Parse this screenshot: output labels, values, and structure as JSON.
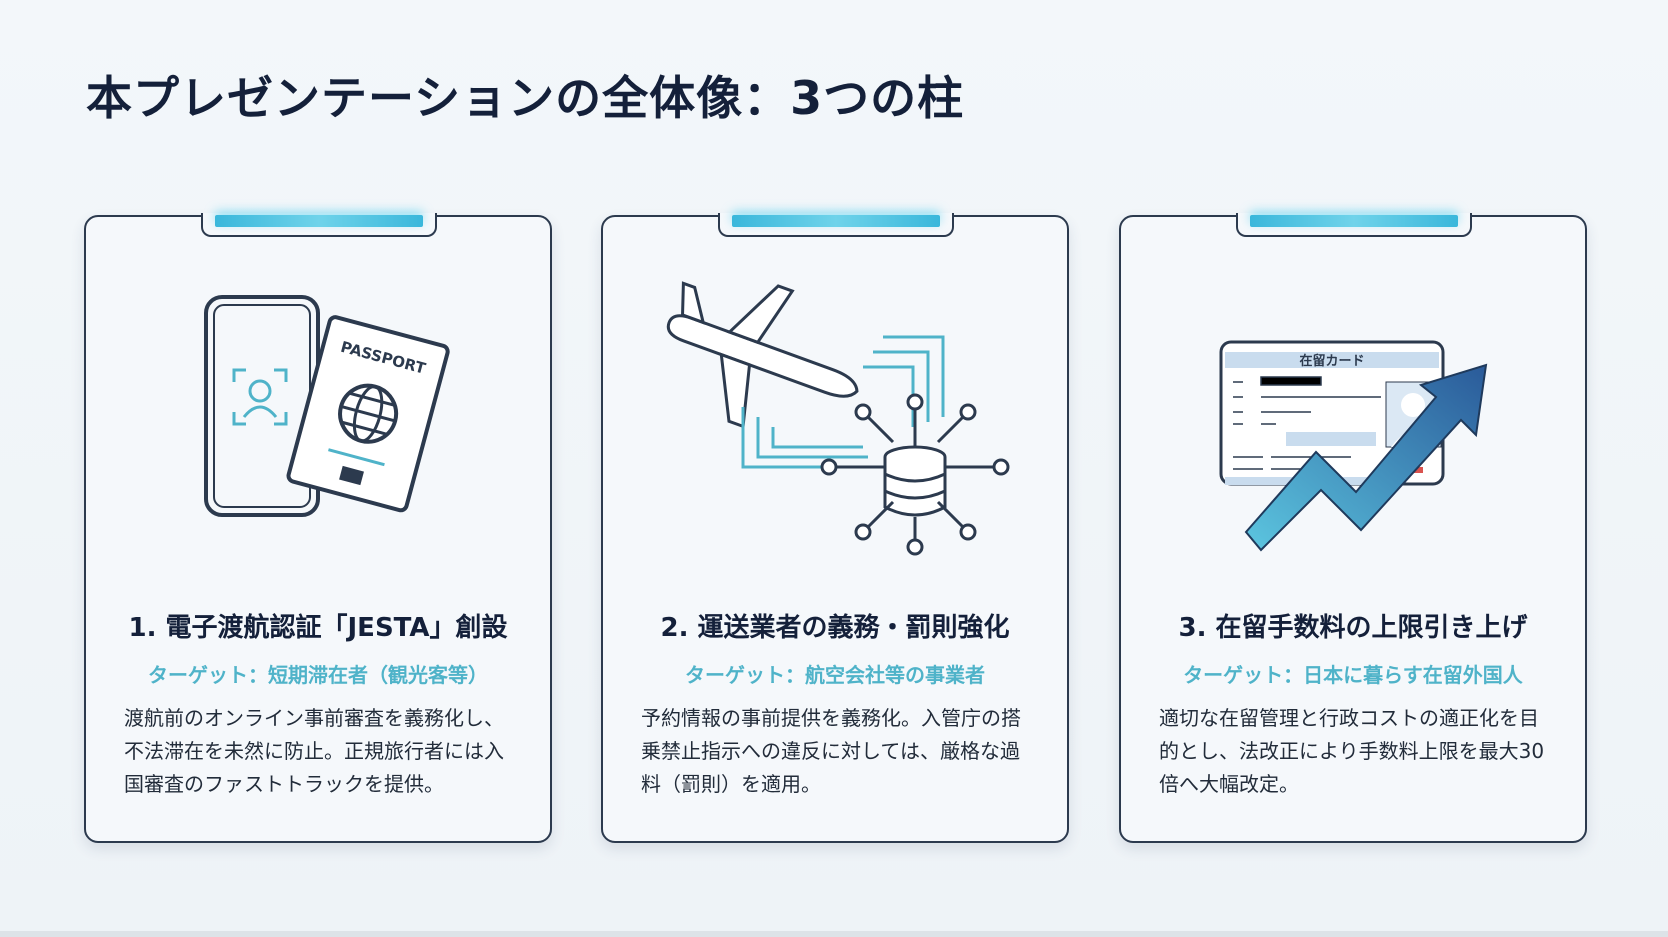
{
  "title": "本プレゼンテーションの全体像：3つの柱",
  "cards": [
    {
      "heading": "1. 電子渡航認証「JESTA」創設",
      "target": "ターゲット：短期滞在者（観光客等）",
      "desc": "渡航前のオンライン事前審査を義務化し、不法滞在を未然に防止。正規旅行者には入国審査のファストトラックを提供。",
      "icon_text": "PASSPORT"
    },
    {
      "heading": "2. 運送業者の義務・罰則強化",
      "target": "ターゲット：航空会社等の事業者",
      "desc": "予約情報の事前提供を義務化。入管庁の搭乗禁止指示への違反に対しては、厳格な過料（罰則）を適用。"
    },
    {
      "heading": "3. 在留手数料の上限引き上げ",
      "target": "ターゲット：日本に暮らす在留外国人",
      "desc": "適切な在留管理と行政コストの適正化を目的とし、法改正により手数料上限を最大30倍へ大幅改定。",
      "icon_text": "在留カード"
    }
  ],
  "colors": {
    "accent": "#4fb3c9",
    "dark": "#14203a"
  }
}
